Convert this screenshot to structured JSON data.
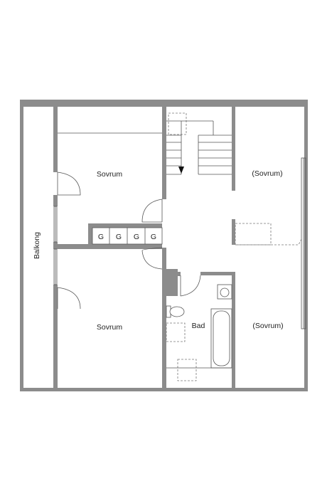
{
  "rooms": {
    "balcony": "Balkong",
    "bedroom_nw": "Sovrum",
    "bedroom_sw": "Sovrum",
    "bedroom_ne": "(Sovrum)",
    "bedroom_se": "(Sovrum)",
    "bathroom": "Bad"
  },
  "wardrobe_marks": [
    "G",
    "G",
    "G",
    "G"
  ],
  "colors": {
    "wall": "#8c8c8c",
    "line": "#555555",
    "background": "#ffffff"
  }
}
